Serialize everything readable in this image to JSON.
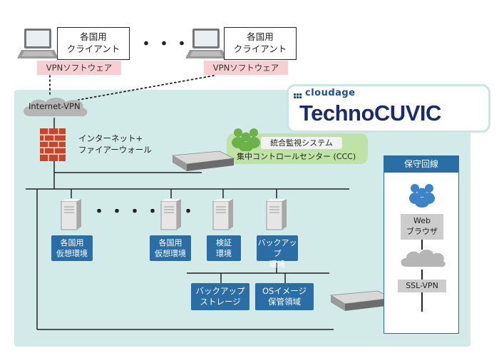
{
  "clients": [
    {
      "line1": "各国用",
      "line2": "クライアント",
      "label": "VPNソフトウェア"
    },
    {
      "line1": "各国用",
      "line2": "クライアント",
      "label": "VPNソフトウェア"
    }
  ],
  "ellipsis": "・・・・・・",
  "internet_vpn": "Internet-VPN",
  "firewall": {
    "line1": "インターネット+",
    "line2": "ファイアーウォール"
  },
  "logo": {
    "small": "cloudage",
    "big": "TechnoCUVIC"
  },
  "ccc": {
    "title": "統合監視システム",
    "subtitle": "集中コントロールセンター (CCC)"
  },
  "servers": [
    {
      "line1": "各国用",
      "line2": "仮想環境"
    },
    {
      "line1": "各国用",
      "line2": "仮想環境"
    },
    {
      "line1": "検証",
      "line2": "環境"
    },
    {
      "line1": "バックアップ",
      "line2": "環境"
    }
  ],
  "storage": [
    {
      "line1": "バックアップ",
      "line2": "ストレージ"
    },
    {
      "line1": "OSイメージ",
      "line2": "保管領域"
    }
  ],
  "maintenance": {
    "title": "保守回線",
    "web_line1": "Web",
    "web_line2": "ブラウザ",
    "ssl": "SSL-VPN"
  },
  "colors": {
    "panel": "#d3ebe8",
    "blue": "#2b6ea6",
    "pink": "#f7cfd3",
    "green": "#bfe3a5"
  }
}
